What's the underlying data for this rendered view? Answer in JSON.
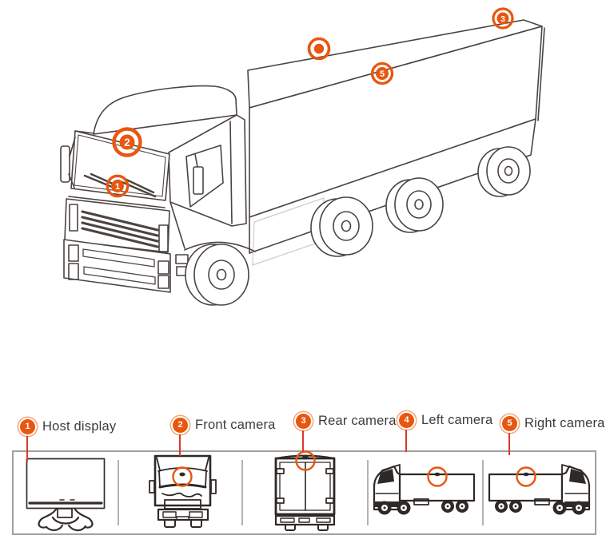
{
  "diagram": {
    "truck_markers": {
      "marker_1": "1",
      "marker_2": "2",
      "marker_3": "3",
      "marker_5": "5"
    }
  },
  "legend": {
    "items": [
      {
        "number": "1",
        "label": "Host display"
      },
      {
        "number": "2",
        "label": "Front camera"
      },
      {
        "number": "3",
        "label": "Rear camera"
      },
      {
        "number": "4",
        "label": "Left camera"
      },
      {
        "number": "5",
        "label": "Right camera"
      }
    ]
  },
  "colors": {
    "accent_orange": "#e8560f",
    "connector_red": "#d93a2a",
    "line_art": "#4b4441",
    "legend_line_art": "#2f2926",
    "legend_border": "#a3a09e",
    "label_text": "#3c3c3c"
  }
}
